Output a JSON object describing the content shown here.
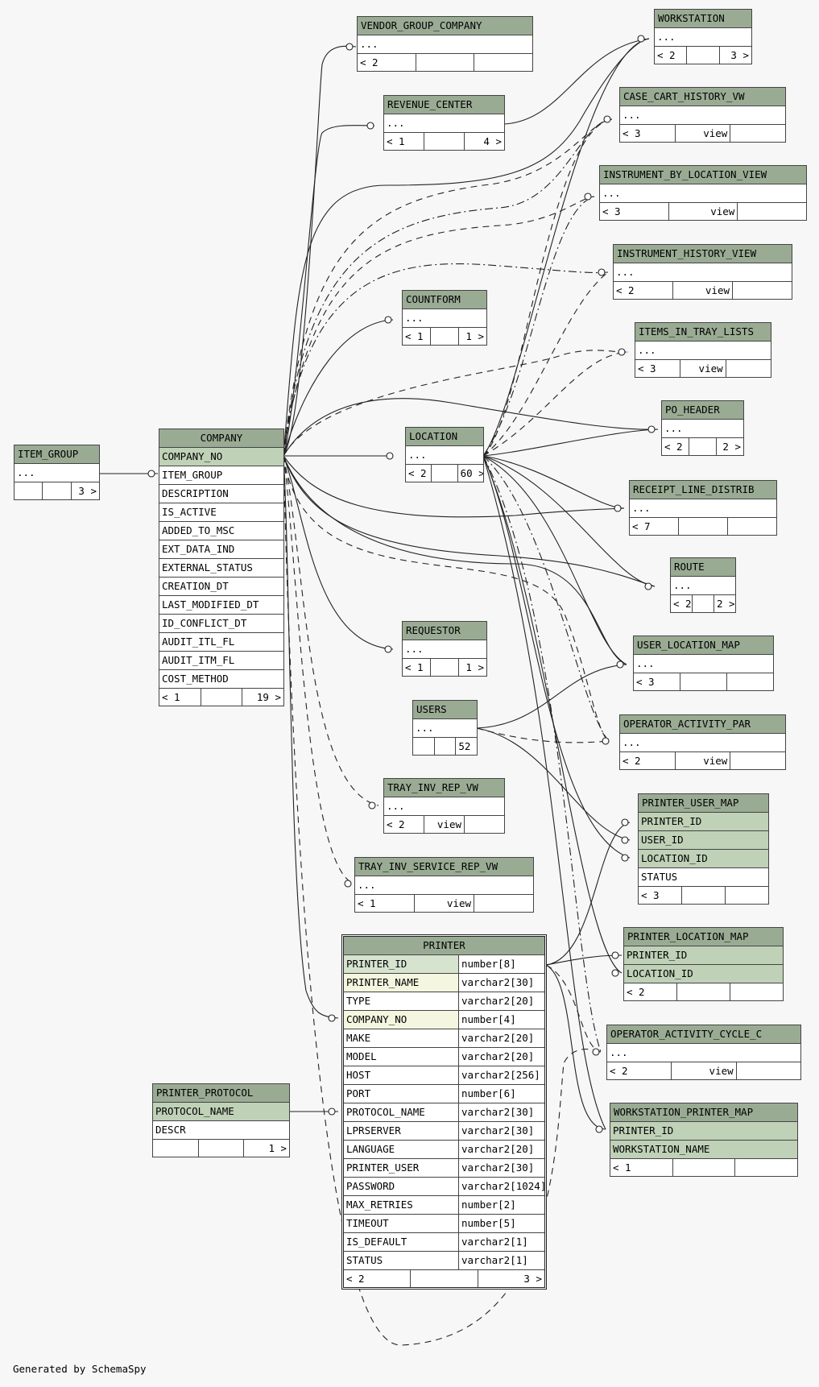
{
  "footer": {
    "credit": "Generated by SchemaSpy"
  },
  "tables": {
    "vendor_group_company": {
      "name": "VENDOR_GROUP_COMPANY",
      "row": "...",
      "foot": [
        "< 2",
        "",
        ""
      ]
    },
    "workstation": {
      "name": "WORKSTATION",
      "row": "...",
      "foot": [
        "< 2",
        "",
        "3 >"
      ]
    },
    "revenue_center": {
      "name": "REVENUE_CENTER",
      "row": "...",
      "foot": [
        "< 1",
        "",
        "4 >"
      ]
    },
    "case_cart_history_vw": {
      "name": "CASE_CART_HISTORY_VW",
      "row": "...",
      "foot": [
        "< 3",
        "view",
        ""
      ]
    },
    "instrument_by_location_view": {
      "name": "INSTRUMENT_BY_LOCATION_VIEW",
      "row": "...",
      "foot": [
        "< 3",
        "view",
        ""
      ]
    },
    "instrument_history_view": {
      "name": "INSTRUMENT_HISTORY_VIEW",
      "row": "...",
      "foot": [
        "< 2",
        "view",
        ""
      ]
    },
    "countform": {
      "name": "COUNTFORM",
      "row": "...",
      "foot": [
        "< 1",
        "",
        "1 >"
      ]
    },
    "items_in_tray_lists": {
      "name": "ITEMS_IN_TRAY_LISTS",
      "row": "...",
      "foot": [
        "< 3",
        "view",
        ""
      ]
    },
    "po_header": {
      "name": "PO_HEADER",
      "row": "...",
      "foot": [
        "< 2",
        "",
        "2 >"
      ]
    },
    "item_group": {
      "name": "ITEM_GROUP",
      "row": "...",
      "foot": [
        "",
        "",
        "3 >"
      ]
    },
    "company": {
      "name": "COMPANY",
      "columns": [
        "COMPANY_NO",
        "ITEM_GROUP",
        "DESCRIPTION",
        "IS_ACTIVE",
        "ADDED_TO_MSC",
        "EXT_DATA_IND",
        "EXTERNAL_STATUS",
        "CREATION_DT",
        "LAST_MODIFIED_DT",
        "ID_CONFLICT_DT",
        "AUDIT_ITL_FL",
        "AUDIT_ITM_FL",
        "COST_METHOD"
      ],
      "foot": [
        "< 1",
        "",
        "19 >"
      ]
    },
    "location": {
      "name": "LOCATION",
      "row": "...",
      "foot": [
        "< 2",
        "",
        "60 >"
      ]
    },
    "receipt_line_distrib": {
      "name": "RECEIPT_LINE_DISTRIB",
      "row": "...",
      "foot": [
        "< 7",
        "",
        ""
      ]
    },
    "route": {
      "name": "ROUTE",
      "row": "...",
      "foot": [
        "< 2",
        "",
        "2 >"
      ]
    },
    "requestor": {
      "name": "REQUESTOR",
      "row": "...",
      "foot": [
        "< 1",
        "",
        "1 >"
      ]
    },
    "user_location_map": {
      "name": "USER_LOCATION_MAP",
      "row": "...",
      "foot": [
        "< 3",
        "",
        ""
      ]
    },
    "users": {
      "name": "USERS",
      "row": "...",
      "foot": [
        "",
        "",
        "52 >"
      ]
    },
    "operator_activity_par": {
      "name": "OPERATOR_ACTIVITY_PAR",
      "row": "...",
      "foot": [
        "< 2",
        "view",
        ""
      ]
    },
    "tray_inv_rep_vw": {
      "name": "TRAY_INV_REP_VW",
      "row": "...",
      "foot": [
        "< 2",
        "view",
        ""
      ]
    },
    "printer_user_map": {
      "name": "PRINTER_USER_MAP",
      "columns": [
        "PRINTER_ID",
        "USER_ID",
        "LOCATION_ID",
        "STATUS"
      ],
      "foot": [
        "< 3",
        "",
        ""
      ]
    },
    "tray_inv_service_rep_vw": {
      "name": "TRAY_INV_SERVICE_REP_VW",
      "row": "...",
      "foot": [
        "< 1",
        "view",
        ""
      ]
    },
    "printer": {
      "name": "PRINTER",
      "columns": [
        {
          "name": "PRINTER_ID",
          "type": "number[8]"
        },
        {
          "name": "PRINTER_NAME",
          "type": "varchar2[30]"
        },
        {
          "name": "TYPE",
          "type": "varchar2[20]"
        },
        {
          "name": "COMPANY_NO",
          "type": "number[4]"
        },
        {
          "name": "MAKE",
          "type": "varchar2[20]"
        },
        {
          "name": "MODEL",
          "type": "varchar2[20]"
        },
        {
          "name": "HOST",
          "type": "varchar2[256]"
        },
        {
          "name": "PORT",
          "type": "number[6]"
        },
        {
          "name": "PROTOCOL_NAME",
          "type": "varchar2[30]"
        },
        {
          "name": "LPRSERVER",
          "type": "varchar2[30]"
        },
        {
          "name": "LANGUAGE",
          "type": "varchar2[20]"
        },
        {
          "name": "PRINTER_USER",
          "type": "varchar2[30]"
        },
        {
          "name": "PASSWORD",
          "type": "varchar2[1024]"
        },
        {
          "name": "MAX_RETRIES",
          "type": "number[2]"
        },
        {
          "name": "TIMEOUT",
          "type": "number[5]"
        },
        {
          "name": "IS_DEFAULT",
          "type": "varchar2[1]"
        },
        {
          "name": "STATUS",
          "type": "varchar2[1]"
        }
      ],
      "foot": [
        "< 2",
        "",
        "3 >"
      ]
    },
    "printer_location_map": {
      "name": "PRINTER_LOCATION_MAP",
      "columns": [
        "PRINTER_ID",
        "LOCATION_ID"
      ],
      "foot": [
        "< 2",
        "",
        ""
      ]
    },
    "operator_activity_cycle_c": {
      "name": "OPERATOR_ACTIVITY_CYCLE_C",
      "row": "...",
      "foot": [
        "< 2",
        "view",
        ""
      ]
    },
    "printer_protocol": {
      "name": "PRINTER_PROTOCOL",
      "columns": [
        "PROTOCOL_NAME",
        "DESCR"
      ],
      "foot": [
        "",
        "",
        "1 >"
      ]
    },
    "workstation_printer_map": {
      "name": "WORKSTATION_PRINTER_MAP",
      "columns": [
        "PRINTER_ID",
        "WORKSTATION_NAME"
      ],
      "foot": [
        "< 1",
        "",
        ""
      ]
    }
  }
}
